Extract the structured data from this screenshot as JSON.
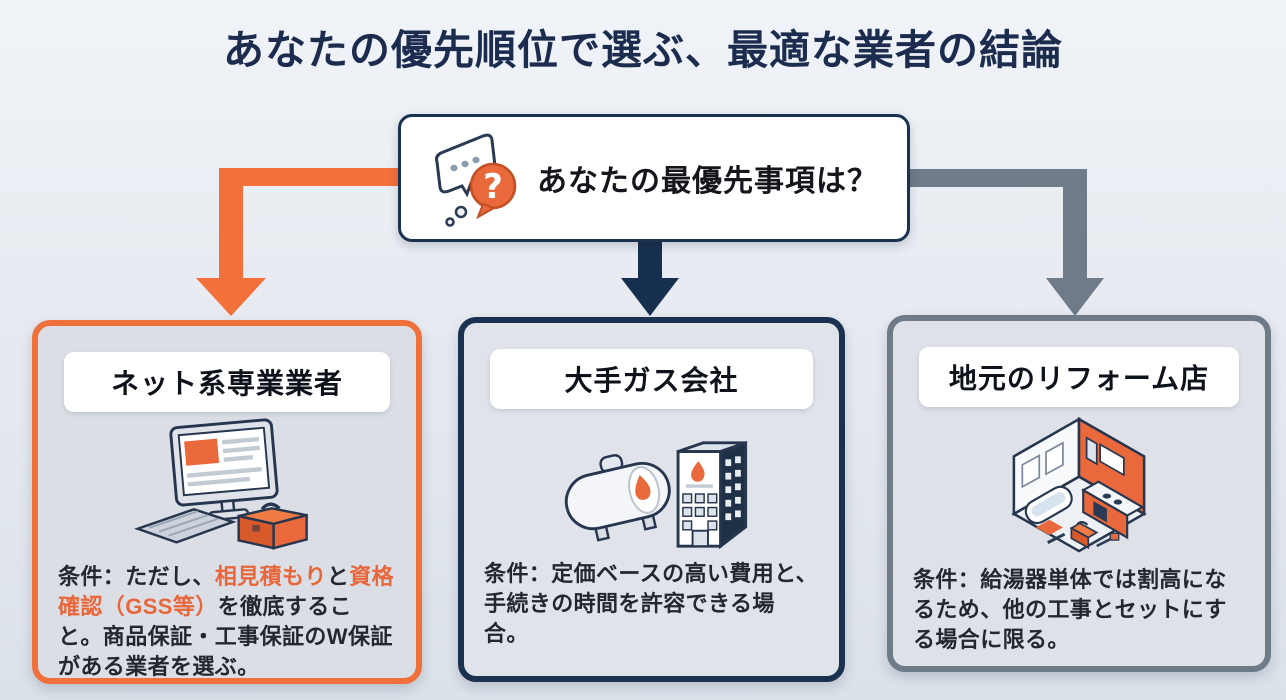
{
  "page": {
    "title": "あなたの優先順位で選ぶ、最適な業者の結論"
  },
  "question": {
    "label": "あなたの最優先事項は？",
    "icon": "speech-bubble-question-icon"
  },
  "colors": {
    "title_navy": "#1B2C4E",
    "accent_orange": "#F0703C",
    "accent_navy": "#1A3250",
    "accent_gray": "#6E7A87",
    "highlight_text_orange": "#E8663A",
    "card_background": "#DDE1E7",
    "page_background": "#E7EBF1"
  },
  "arrows": [
    {
      "name": "arrow-to-net-contractor",
      "shape": "elbow-left-down",
      "color": "#F3703B"
    },
    {
      "name": "arrow-to-gas-company",
      "shape": "straight-down",
      "color": "#17304F"
    },
    {
      "name": "arrow-to-local-reform",
      "shape": "elbow-right-down",
      "color": "#6F7B89"
    }
  ],
  "branches": [
    {
      "title": "ネット系専業業者",
      "accent": "#F0703C",
      "icon": "computer-toolbox-icon",
      "segments": [
        {
          "text": "条件：ただし、",
          "highlight": false
        },
        {
          "text": "相見積もり",
          "highlight": true
        },
        {
          "text": "と",
          "highlight": false
        },
        {
          "text": "資格確認（GSS等）",
          "highlight": true
        },
        {
          "text": "を徹底すること。商品保証・工事保証のW保証がある業者を選ぶ。",
          "highlight": false
        }
      ]
    },
    {
      "title": "大手ガス会社",
      "accent": "#1A3250",
      "icon": "gas-tank-building-icon",
      "segments": [
        {
          "text": "条件：定価ベースの高い費用と、手続きの時間を許容できる場合。",
          "highlight": false
        }
      ]
    },
    {
      "title": "地元のリフォーム店",
      "accent": "#6E7A87",
      "icon": "renovation-room-icon",
      "segments": [
        {
          "text": "条件：給湯器単体では割高になるため、他の工事とセットにする場合に限る。",
          "highlight": false
        }
      ]
    }
  ]
}
